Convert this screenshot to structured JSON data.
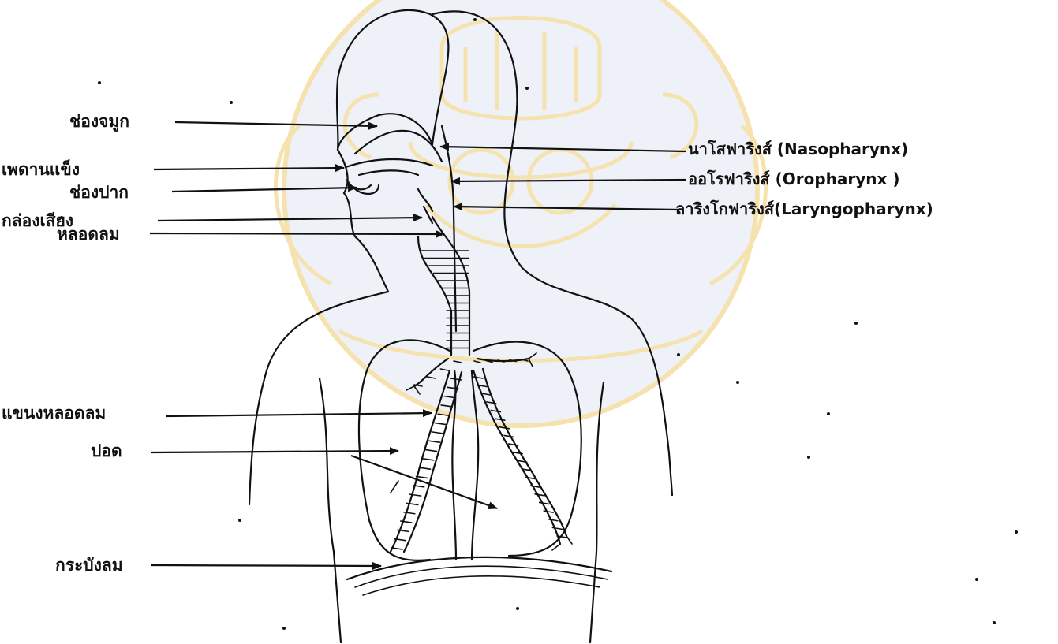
{
  "labels_left": [
    {
      "key": "nasal-cavity",
      "text": "ช่องจมูก"
    },
    {
      "key": "hard-palate",
      "text": "เพดานแข็ง"
    },
    {
      "key": "oral-cavity",
      "text": "ช่องปาก"
    },
    {
      "key": "larynx",
      "text": "กล่องเสียง"
    },
    {
      "key": "trachea",
      "text": "หลอดลม"
    },
    {
      "key": "bronchi",
      "text": "แขนงหลอดลม"
    },
    {
      "key": "lung",
      "text": "ปอด"
    },
    {
      "key": "diaphragm",
      "text": "กระบังลม"
    }
  ],
  "labels_right": [
    {
      "key": "nasopharynx",
      "text": "นาโสฟาริงส์ (Nasopharynx)"
    },
    {
      "key": "oropharynx",
      "text": "ออโรฟาริงส์ (Oropharynx )"
    },
    {
      "key": "laryngopharynx",
      "text": "ลาริงโกฟาริงส์(Laryngopharynx)"
    }
  ],
  "colors": {
    "line": "#111111",
    "watermark": "#f1d07a",
    "watermark_fill": "#e6e8f5",
    "background": "#ffffff"
  },
  "watermark": {
    "kind": "university-seal",
    "icon": "seal-icon"
  }
}
